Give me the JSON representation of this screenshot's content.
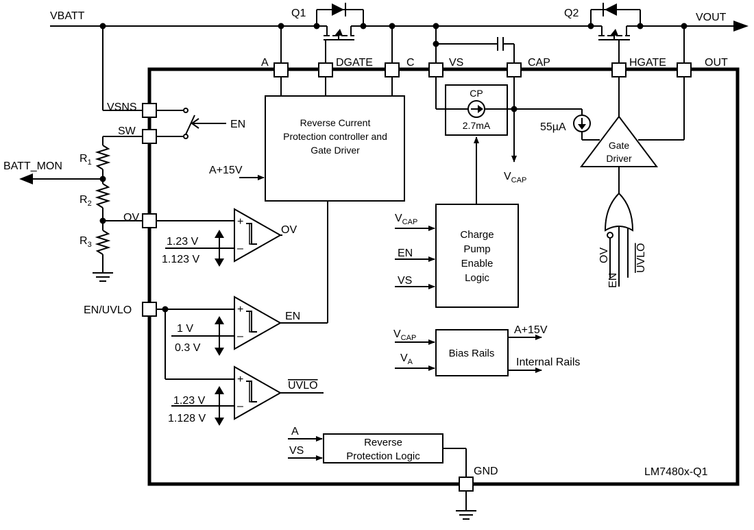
{
  "nets": {
    "vbatt": "VBATT",
    "vout": "VOUT",
    "batt_mon": "BATT_MON",
    "en_input": "EN",
    "gnd": "GND"
  },
  "transistors": {
    "q1": "Q1",
    "q2": "Q2"
  },
  "pins": {
    "a": "A",
    "dgate": "DGATE",
    "c": "C",
    "vs": "VS",
    "cap": "CAP",
    "hgate": "HGATE",
    "out": "OUT",
    "vsns": "VSNS",
    "sw": "SW",
    "ov": "OV",
    "en_uvlo": "EN/UVLO"
  },
  "resistors": {
    "r1": {
      "base": "R",
      "sub": "1"
    },
    "r2": {
      "base": "R",
      "sub": "2"
    },
    "r3": {
      "base": "R",
      "sub": "3"
    }
  },
  "blocks": {
    "rcp": [
      "Reverse Current",
      "Protection controller and",
      "Gate Driver"
    ],
    "rcp_input": "A+15V",
    "cp_label": "CP",
    "cp_current": "2.7mA",
    "cp_output": {
      "base": "V",
      "sub": "CAP"
    },
    "source_current": "55µA",
    "gate_driver": [
      "Gate",
      "Driver"
    ],
    "or_inputs": {
      "ov": "OV",
      "en": "EN",
      "uvlo": "UVLO"
    },
    "charge_pump_enable": [
      "Charge",
      "Pump",
      "Enable",
      "Logic"
    ],
    "cpe_inputs": {
      "vcap": {
        "base": "V",
        "sub": "CAP"
      },
      "en": "EN",
      "vs": "VS"
    },
    "bias_rails": "Bias Rails",
    "bias_inputs": {
      "vcap": {
        "base": "V",
        "sub": "CAP"
      },
      "va": {
        "base": "V",
        "sub": "A"
      }
    },
    "bias_outputs": {
      "a15": "A+15V",
      "internal": "Internal Rails"
    },
    "reverse_logic": [
      "Reverse",
      "Protection Logic"
    ],
    "rpl_inputs": {
      "a": "A",
      "vs": "VS"
    },
    "part_number": "LM7480x-Q1"
  },
  "comparators": {
    "ov": {
      "output": "OV",
      "plus": "+",
      "minus": "–",
      "thr_rise": "1.23 V",
      "thr_fall": "1.123 V"
    },
    "en": {
      "output": "EN",
      "plus": "+",
      "minus": "–",
      "thr_rise": "1 V",
      "thr_fall": "0.3 V"
    },
    "uvlo": {
      "output": "UVLO",
      "plus": "+",
      "minus": "–",
      "thr_rise": "1.23 V",
      "thr_fall": "1.128 V"
    }
  }
}
